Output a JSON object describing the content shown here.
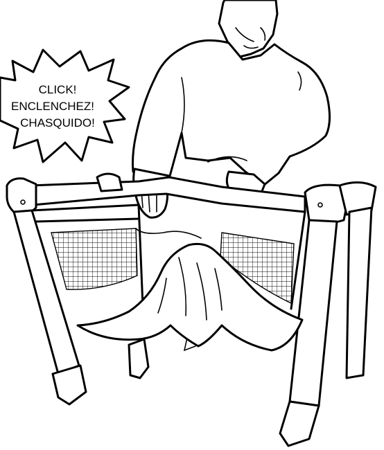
{
  "callout": {
    "lines": [
      "CLICK!",
      "ENCLENCHEZ!",
      "CHASQUIDO!"
    ]
  },
  "colors": {
    "ink": "#000000",
    "paper": "#ffffff"
  }
}
